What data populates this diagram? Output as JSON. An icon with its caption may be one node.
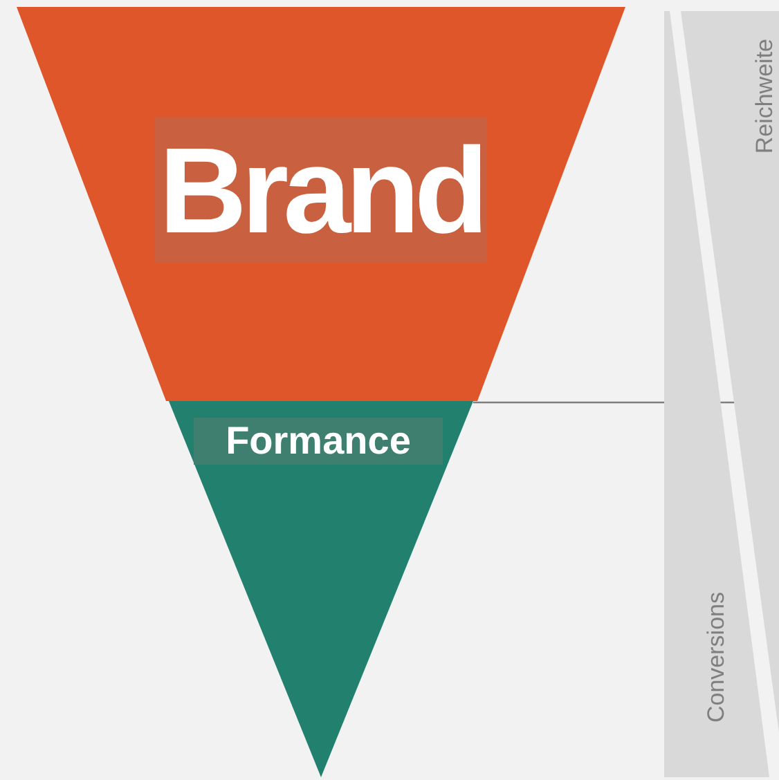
{
  "diagram": {
    "nodes": [
      {
        "text": [
          "Brand"
        ]
      },
      {
        "text": [
          "Formance"
        ]
      },
      {
        "text": [
          "Reichweite"
        ]
      },
      {
        "text": [
          "Conversions"
        ]
      }
    ]
  }
}
